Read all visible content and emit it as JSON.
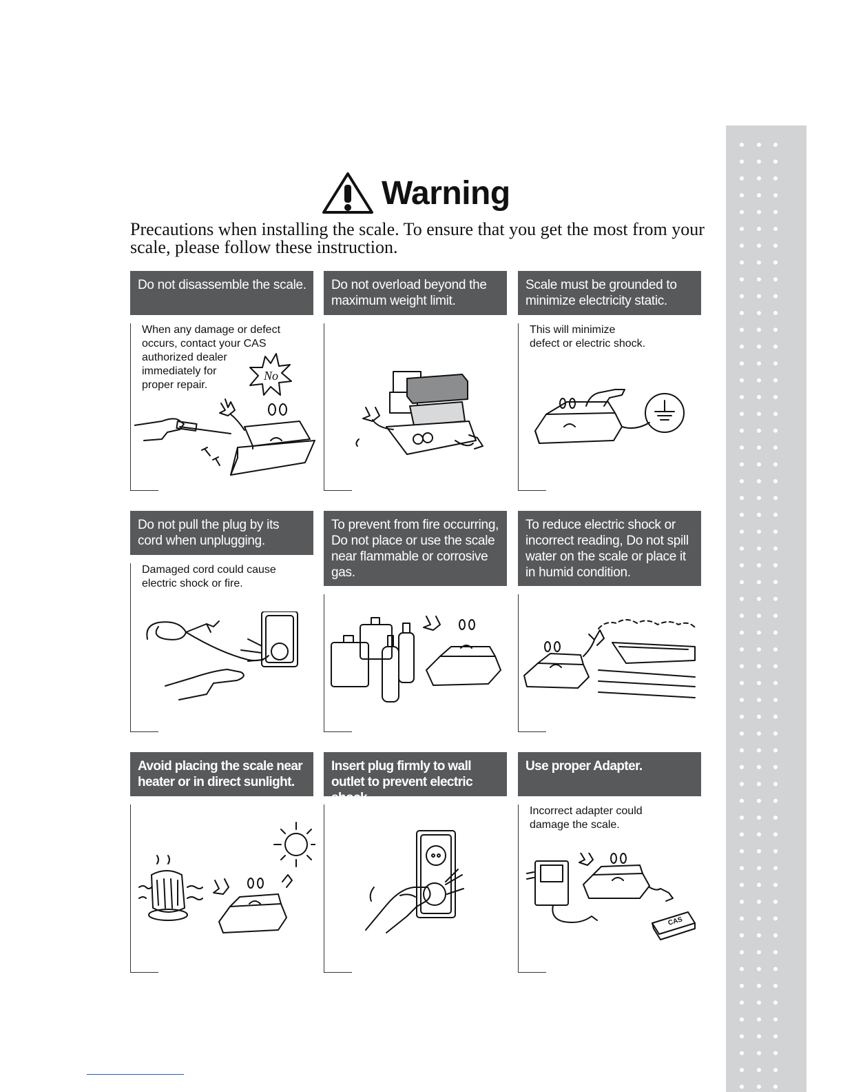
{
  "header": {
    "title": "Warning",
    "intro": "Precautions when installing the scale. To ensure that you get the most from your scale, please follow these instruction."
  },
  "cards": [
    {
      "title": "Do not disassemble the scale.",
      "note": "When any damage or defect\noccurs, contact your CAS\nauthorized dealer\nimmediately for\nproper repair.",
      "illustration": "disassemble-scale-illustration",
      "badge": "No"
    },
    {
      "title": "Do not overload beyond the maximum weight limit.",
      "note": "",
      "illustration": "overload-scale-illustration"
    },
    {
      "title": "Scale must be grounded to minimize electricity static.",
      "note": "This will minimize\ndefect or electric shock.",
      "illustration": "ground-scale-illustration"
    },
    {
      "title": "Do not pull the plug by its cord when unplugging.",
      "note": "Damaged cord could cause\nelectric shock or fire.",
      "illustration": "pull-plug-illustration"
    },
    {
      "title": "To prevent from fire occurring, Do not place or use the scale near flammable or corrosive gas.",
      "note": "",
      "illustration": "flammable-gas-illustration"
    },
    {
      "title": "To reduce electric shock or incorrect reading, Do not spill water on the scale or place it in humid condition.",
      "note": "",
      "illustration": "humid-bathtub-illustration"
    },
    {
      "title": "Avoid placing the scale near heater or in direct sunlight.",
      "note": "",
      "illustration": "heater-sunlight-illustration"
    },
    {
      "title": "Insert plug firmly to wall outlet to prevent electric shock.",
      "note": "",
      "illustration": "insert-plug-illustration"
    },
    {
      "title": "Use proper Adapter.",
      "note": "Incorrect adapter could\ndamage the scale.",
      "illustration": "adapter-illustration",
      "badge": "CAS"
    }
  ]
}
